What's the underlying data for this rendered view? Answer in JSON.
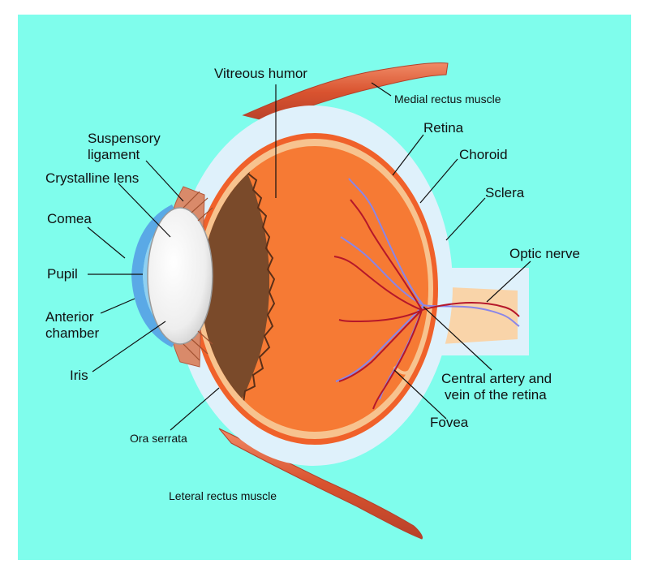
{
  "colors": {
    "background": "#7ffdec",
    "sclera": "#dff1fb",
    "choroid": "#f0612a",
    "retina_band": "#f7c38f",
    "vitreous": "#f67a34",
    "ciliary": "#7a4a2a",
    "lens": "#f1f1f1",
    "cornea": "#5aa9e6",
    "muscle": "#e1603d",
    "artery": "#b5172a",
    "vein": "#8a86e8"
  },
  "labels": {
    "vitreous_humor": "Vitreous humor",
    "medial_rectus": "Medial rectus muscle",
    "suspensory_1": "Suspensory",
    "suspensory_2": "ligament",
    "retina": "Retina",
    "choroid": "Choroid",
    "crystalline_lens": "Crystalline lens",
    "sclera": "Sclera",
    "cornea": "Comea",
    "optic_nerve": "Optic nerve",
    "pupil": "Pupil",
    "anterior_1": "Anterior",
    "anterior_2": "chamber",
    "iris": "Iris",
    "central_artery_1": "Central artery and",
    "central_artery_2": "vein of the retina",
    "fovea": "Fovea",
    "ora_serrata": "Ora serrata",
    "lateral_rectus": "Leteral rectus muscle"
  }
}
